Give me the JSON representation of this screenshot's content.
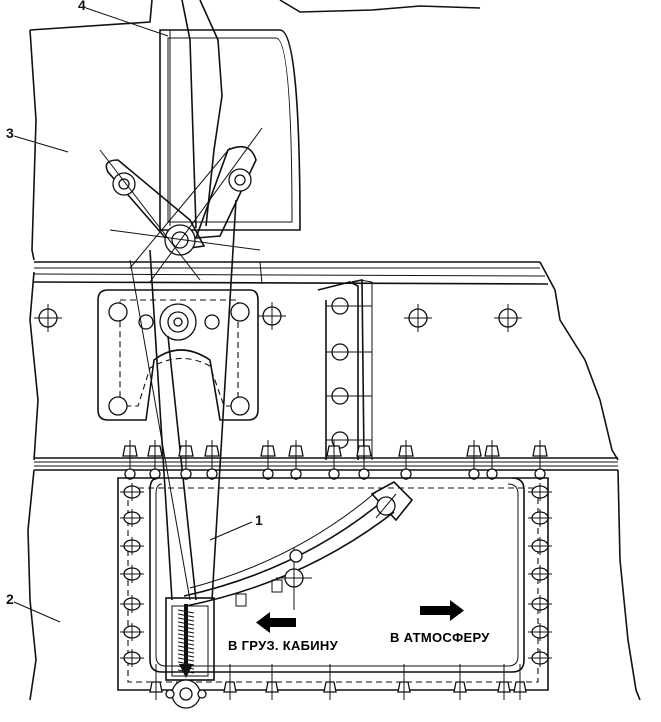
{
  "drawing": {
    "callouts": [
      {
        "id": "1",
        "text": "1"
      },
      {
        "id": "2",
        "text": "2"
      },
      {
        "id": "3",
        "text": "3"
      },
      {
        "id": "4",
        "text": "4"
      }
    ],
    "labels": {
      "to_cargo_cabin": "В ГРУЗ. КАБИНУ",
      "to_atmosphere": "В АТМОСФЕРУ"
    }
  }
}
